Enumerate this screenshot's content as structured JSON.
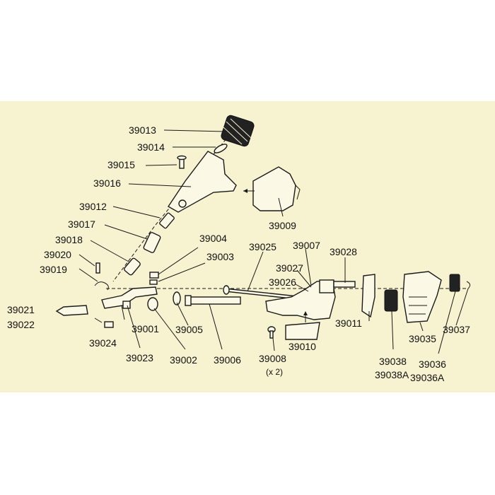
{
  "diagram": {
    "labels": {
      "p39013": "39013",
      "p39014": "39014",
      "p39015": "39015",
      "p39016": "39016",
      "p39012": "39012",
      "p39017": "39017",
      "p39018": "39018",
      "p39020": "39020",
      "p39019": "39019",
      "p39021": "39021",
      "p39022": "39022",
      "p39024": "39024",
      "p39023": "39023",
      "p39001": "39001",
      "p39002": "39002",
      "p39005": "39005",
      "p39006": "39006",
      "p39004": "39004",
      "p39003": "39003",
      "p39009": "39009",
      "p39025": "39025",
      "p39007": "39007",
      "p39027": "39027",
      "p39026": "39026",
      "p39028": "39028",
      "p39011": "39011",
      "p39008": "39008",
      "p39008q": "(x 2)",
      "p39010": "39010",
      "p39038": "39038",
      "p39038a": "39038A",
      "p39035": "39035",
      "p39036": "39036",
      "p39036a": "39036A",
      "p39037": "39037"
    }
  },
  "colors": {
    "panel": "#f7f2cf",
    "ink": "#1a1a1a",
    "page": "#ffffff"
  }
}
